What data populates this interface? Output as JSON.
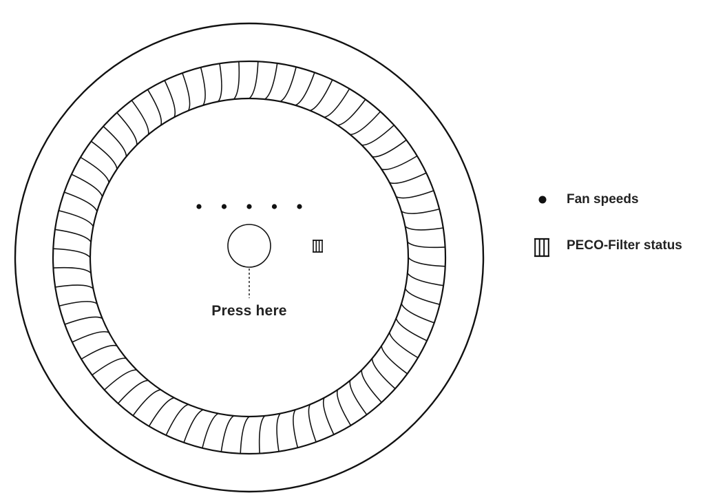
{
  "annotations": {
    "press_label": "Press here"
  },
  "legend": {
    "items": [
      {
        "label": "Fan speeds",
        "icon": "dot-icon"
      },
      {
        "label": "PECO-Filter status",
        "icon": "filter-icon"
      }
    ]
  },
  "fan_speed_indicator": {
    "dot_count": 5
  },
  "colors": {
    "stroke": "#111111",
    "text": "#222222",
    "background": "#ffffff"
  }
}
